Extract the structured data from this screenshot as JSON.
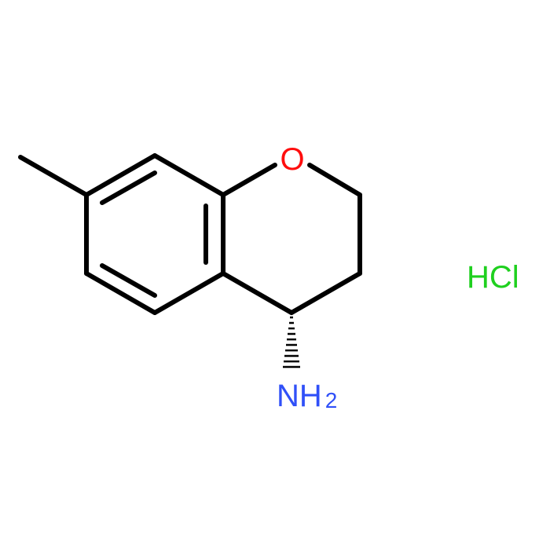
{
  "molecule": {
    "atoms": [
      {
        "id": "oxygen",
        "label": "O",
        "color": "#ff0d0d"
      },
      {
        "id": "amine",
        "label": "NH",
        "subscript": "2",
        "color": "#3050f8"
      }
    ],
    "counterion": {
      "label": "HCl",
      "color": "#1fd01f"
    }
  },
  "colors": {
    "bond": "#000000",
    "background": "#ffffff"
  }
}
